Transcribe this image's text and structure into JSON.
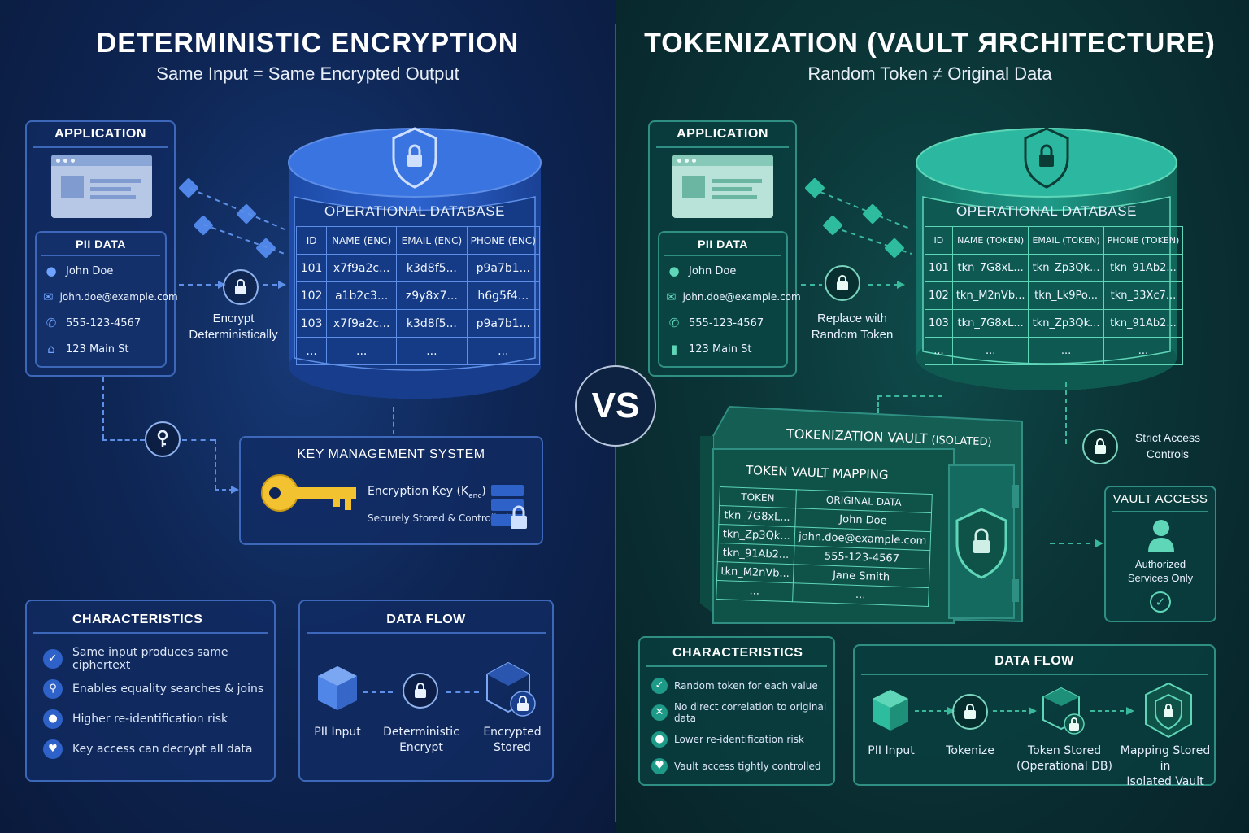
{
  "left": {
    "title": "DETERMINISTIC ENCRYPTION",
    "subtitle": "Same Input  =  Same Encrypted Output",
    "application_label": "APPLICATION",
    "pii_label": "PII DATA",
    "pii": [
      "John Doe",
      "john.doe@example.com",
      "555-123-4567",
      "123 Main St"
    ],
    "encrypt_label": [
      "Encrypt",
      "Deterministically"
    ],
    "database": {
      "title": "OPERATIONAL DATABASE",
      "headers": [
        "ID",
        "NAME (ENC)",
        "EMAIL (ENC)",
        "PHONE (ENC)"
      ],
      "rows": [
        [
          "101",
          "x7f9a2c...",
          "k3d8f5...",
          "p9a7b1..."
        ],
        [
          "102",
          "a1b2c3...",
          "z9y8x7...",
          "h6g5f4..."
        ],
        [
          "103",
          "x7f9a2c...",
          "k3d8f5...",
          "p9a7b1..."
        ],
        [
          "...",
          "...",
          "...",
          "..."
        ]
      ]
    },
    "kms": {
      "title": "KEY MANAGEMENT SYSTEM",
      "key_label": "Encryption Key (K",
      "key_sub": "enc",
      "key_label_end": ")",
      "stored": "Securely Stored & Controlled"
    },
    "characteristics": {
      "title": "CHARACTERISTICS",
      "items": [
        "Same input produces same ciphertext",
        "Enables equality searches & joins",
        "Higher re-identification risk",
        "Key access can decrypt all data"
      ]
    },
    "data_flow": {
      "title": "DATA FLOW",
      "steps": [
        [
          "PII Input"
        ],
        [
          "Deterministic",
          "Encrypt"
        ],
        [
          "Encrypted",
          "Stored"
        ]
      ]
    }
  },
  "vs": "VS",
  "right": {
    "title": "TOKENIZATION (VAULT ЯRCHITECTURE)",
    "subtitle": "Random Token  ≠  Original Data",
    "application_label": "APPLICATION",
    "pii_label": "PII DATA",
    "pii": [
      "John Doe",
      "john.doe@example.com",
      "555-123-4567",
      "123 Main St"
    ],
    "replace_label": [
      "Replace with",
      "Random Token"
    ],
    "database": {
      "title": "OPERATIONAL DATABASE",
      "headers": [
        "ID",
        "NAME (TOKEN)",
        "EMAIL (TOKEN)",
        "PHONE (TOKEN)"
      ],
      "rows": [
        [
          "101",
          "tkn_7G8xL...",
          "tkn_Zp3Qk...",
          "tkn_91Ab2..."
        ],
        [
          "102",
          "tkn_M2nVb...",
          "tkn_Lk9Po...",
          "tkn_33Xc7..."
        ],
        [
          "103",
          "tkn_7G8xL...",
          "tkn_Zp3Qk...",
          "tkn_91Ab2..."
        ],
        [
          "...",
          "...",
          "...",
          "..."
        ]
      ]
    },
    "vault": {
      "title": "TOKENIZATION VAULT",
      "title_suffix": "(ISOLATED)",
      "mapping_title": "TOKEN VAULT MAPPING",
      "headers": [
        "TOKEN",
        "ORIGINAL DATA"
      ],
      "rows": [
        [
          "tkn_7G8xL...",
          "John Doe"
        ],
        [
          "tkn_Zp3Qk...",
          "john.doe@example.com"
        ],
        [
          "tkn_91Ab2...",
          "555-123-4567"
        ],
        [
          "tkn_M2nVb...",
          "Jane Smith"
        ],
        [
          "...",
          "..."
        ]
      ]
    },
    "strict_access": [
      "Strict Access",
      "Controls"
    ],
    "vault_access": {
      "title": "VAULT ACCESS",
      "label": [
        "Authorized",
        "Services Only"
      ]
    },
    "characteristics": {
      "title": "CHARACTERISTICS",
      "items": [
        "Random token for each value",
        "No direct correlation to original data",
        "Lower re-identification risk",
        "Vault access tightly controlled"
      ]
    },
    "data_flow": {
      "title": "DATA FLOW",
      "steps": [
        [
          "PII Input"
        ],
        [
          "Tokenize"
        ],
        [
          "Token Stored",
          "(Operational DB)"
        ],
        [
          "Mapping Stored in",
          "Isolated Vault"
        ]
      ]
    }
  },
  "colors": {
    "left_accent": "#3d67b8",
    "right_accent": "#2f8f82",
    "key_gold": "#f2c230"
  }
}
